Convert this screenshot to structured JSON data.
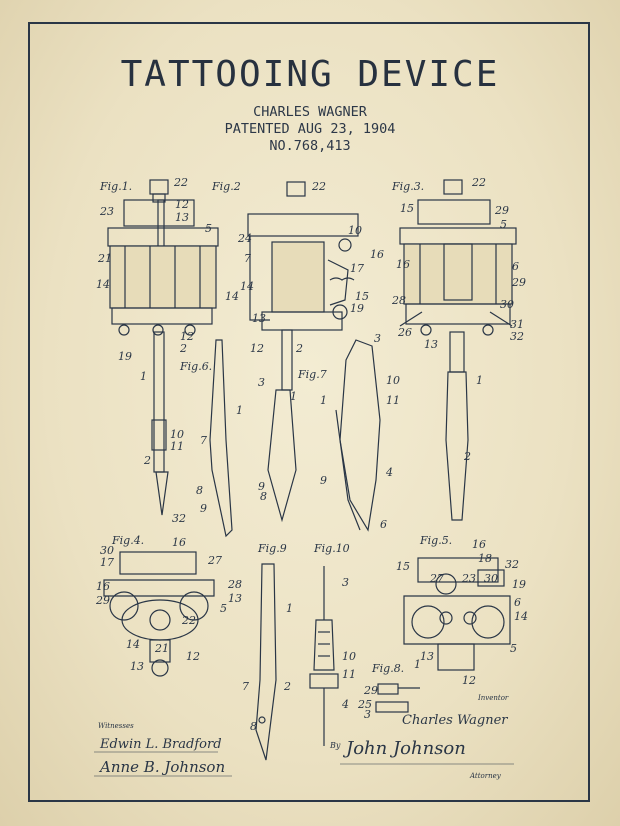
{
  "title": "TATTOOING DEVICE",
  "inventor": "CHARLES WAGNER",
  "patent_date": "PATENTED AUG 23, 1904",
  "patent_number": "NO.768,413",
  "figures": {
    "fig1": "Fig.1.",
    "fig2": "Fig.2",
    "fig3": "Fig.3.",
    "fig4": "Fig.4.",
    "fig5": "Fig.5.",
    "fig6": "Fig.6.",
    "fig7": "Fig.7",
    "fig8": "Fig.8.",
    "fig9": "Fig.9",
    "fig10": "Fig.10"
  },
  "signatures": {
    "witnesses_label": "Witnesses",
    "witness1": "Edwin L. Bradford",
    "witness2": "Anne B. Johnson",
    "inventor_label": "Inventor",
    "inventor_sig": "Charles Wagner",
    "by_label": "By",
    "attorney_sig": "John Johnson",
    "attorney_label": "Attorney"
  },
  "colors": {
    "ink": "#2a3646",
    "paper": "#efe6c9"
  }
}
